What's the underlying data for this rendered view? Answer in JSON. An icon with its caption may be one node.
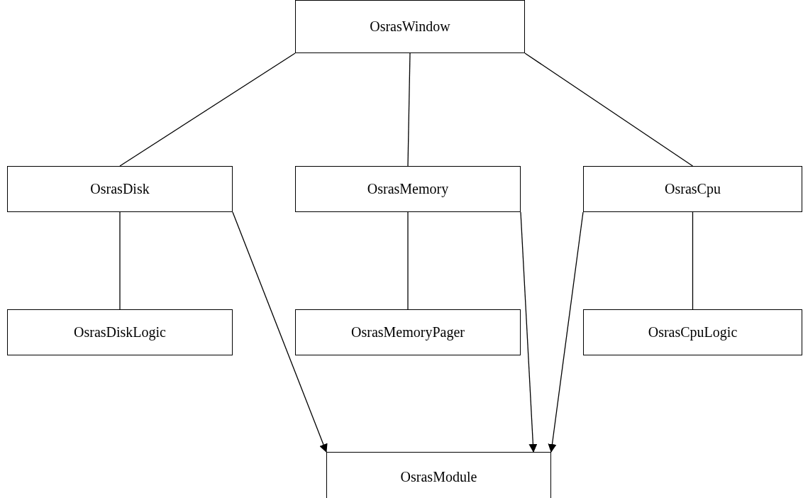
{
  "diagram": {
    "nodes": [
      {
        "text": [
          "OsrasWindow"
        ]
      },
      {
        "text": [
          "OsrasDisk"
        ]
      },
      {
        "text": [
          "OsrasMemory"
        ]
      },
      {
        "text": [
          "OsrasCpu"
        ]
      },
      {
        "text": [
          "OsrasDiskLogic"
        ]
      },
      {
        "text": [
          "OsrasMemoryPager"
        ]
      },
      {
        "text": [
          "OsrasCpuLogic"
        ]
      },
      {
        "text": [
          "OsrasModule"
        ]
      }
    ],
    "edges": [
      {
        "from": 0,
        "to": 1,
        "arrow": "none"
      },
      {
        "from": 0,
        "to": 2,
        "arrow": "none"
      },
      {
        "from": 0,
        "to": 3,
        "arrow": "none"
      },
      {
        "from": 1,
        "to": 4,
        "arrow": "none"
      },
      {
        "from": 2,
        "to": 5,
        "arrow": "none"
      },
      {
        "from": 3,
        "to": 6,
        "arrow": "none"
      },
      {
        "from": 1,
        "to": 7,
        "arrow": "to"
      },
      {
        "from": 2,
        "to": 7,
        "arrow": "to"
      },
      {
        "from": 3,
        "to": 7,
        "arrow": "to"
      }
    ]
  }
}
